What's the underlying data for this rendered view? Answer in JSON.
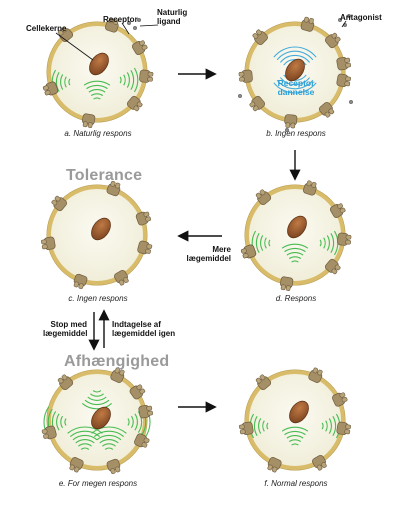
{
  "callouts": {
    "cellekerne": "Cellekerne",
    "receptor": "Receptor",
    "naturlig_ligand_1": "Naturlig",
    "naturlig_ligand_2": "ligand",
    "antagonist": "Antagonist",
    "receptor_dannelse_1": "Receptor",
    "receptor_dannelse_2": "dannelse"
  },
  "sections": {
    "tolerance": "Tolerance",
    "afhaengighed": "Afhængighed"
  },
  "arrows": {
    "mere_1": "Mere",
    "mere_2": "lægemiddel",
    "stop_1": "Stop med",
    "stop_2": "lægemiddel",
    "indtagelse_1": "Indtagelse af",
    "indtagelse_2": "lægemiddel igen"
  },
  "captions": {
    "a": "a. Naturlig respons",
    "b": "b. Ingen respons",
    "c": "c. Ingen respons",
    "d": "d. Respons",
    "e": "e. For megen respons",
    "f": "f. Normal respons"
  },
  "colors": {
    "membrane": "#d8bc6a",
    "cytoplasm": "#f7f5e6",
    "nucleus": "#9b5a2e",
    "receptor": "#a58f66",
    "signal": "#3db84a",
    "receptor_formation": "#3aa6da",
    "section_title": "#9a9a9a"
  }
}
